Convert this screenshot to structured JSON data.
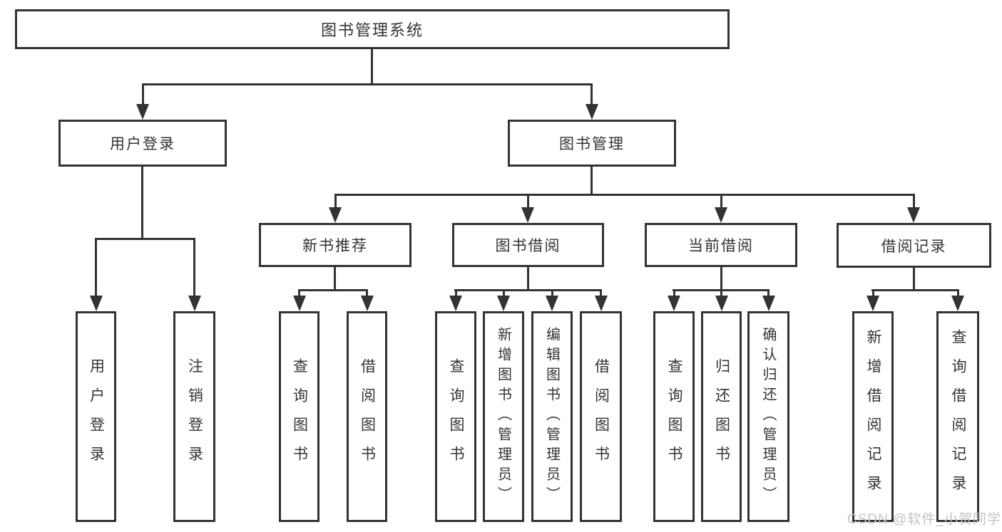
{
  "diagram_type": "tree",
  "colors": {
    "line": "#333333",
    "text": "#333333",
    "box_background": "#ffffff",
    "page_background": "#ffffff",
    "watermark": "#c3c3c3"
  },
  "tree": {
    "root": {
      "label": "图书管理系统"
    },
    "level2": [
      {
        "label": "用户登录",
        "leaves": [
          {
            "label": "用户登录"
          },
          {
            "label": "注销登录"
          }
        ]
      },
      {
        "label": "图书管理"
      }
    ],
    "level3": [
      {
        "label": "新书推荐",
        "leaves": [
          {
            "label": "查询图书"
          },
          {
            "label": "借阅图书"
          }
        ]
      },
      {
        "label": "图书借阅",
        "leaves": [
          {
            "label": "查询图书"
          },
          {
            "label": "新增图书（管理员）"
          },
          {
            "label": "编辑图书（管理员）"
          },
          {
            "label": "借阅图书"
          }
        ]
      },
      {
        "label": "当前借阅",
        "leaves": [
          {
            "label": "查询图书"
          },
          {
            "label": "归还图书"
          },
          {
            "label": "确认归还（管理员）"
          }
        ]
      },
      {
        "label": "借阅记录",
        "leaves": [
          {
            "label": "新增借阅记录"
          },
          {
            "label": "查询借阅记录"
          }
        ]
      }
    ]
  },
  "watermark": {
    "text": "CSDN @软件_小贺同学"
  }
}
